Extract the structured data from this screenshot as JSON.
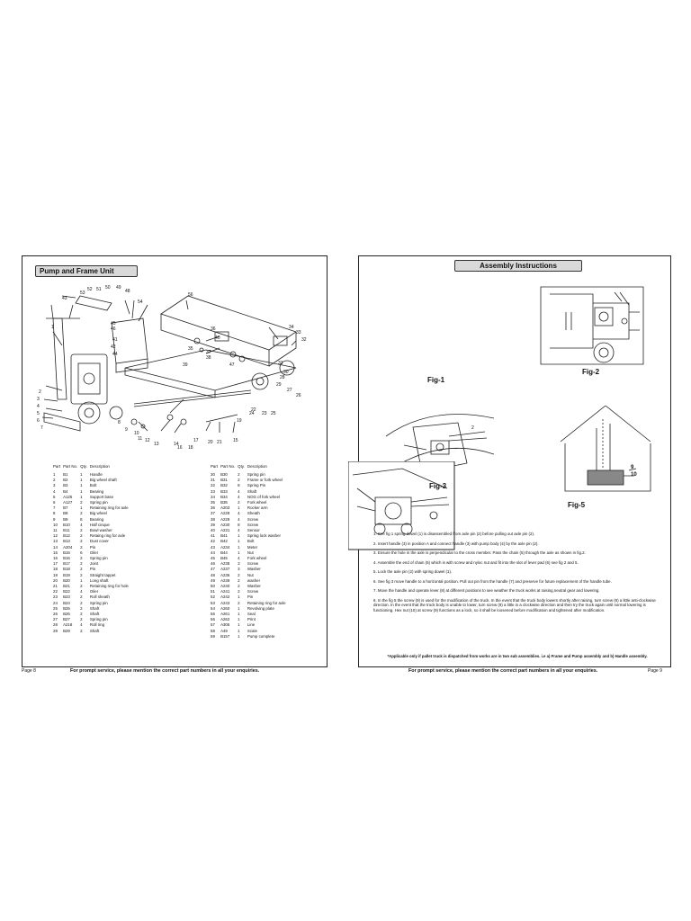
{
  "left": {
    "title": "Pump and Frame Unit",
    "table_headers": [
      "Part",
      "Part No.",
      "Qty.",
      "Description"
    ],
    "parts_col1": [
      [
        "1",
        "B1",
        "1",
        "Handle"
      ],
      [
        "2",
        "B2",
        "1",
        "Big wheel shaft"
      ],
      [
        "3",
        "B3",
        "1",
        "Bolt"
      ],
      [
        "4",
        "B4",
        "1",
        "Bearing"
      ],
      [
        "5",
        "A125",
        "1",
        "Support base"
      ],
      [
        "6",
        "A127",
        "2",
        "Spring pin"
      ],
      [
        "7",
        "B7",
        "1",
        "Retaining ring for axle"
      ],
      [
        "8",
        "B8",
        "2",
        "Big wheel"
      ],
      [
        "9",
        "B9",
        "8",
        "Bearing"
      ],
      [
        "10",
        "B10",
        "4",
        "Half cinque"
      ],
      [
        "11",
        "B11",
        "2",
        "Bowl washer"
      ],
      [
        "12",
        "B12",
        "2",
        "Retaing ring for axle"
      ],
      [
        "13",
        "B13",
        "2",
        "Dust cover"
      ],
      [
        "14",
        "A204",
        "2",
        "Pin"
      ],
      [
        "15",
        "B15",
        "6",
        "Oiler"
      ],
      [
        "16",
        "B16",
        "2",
        "Spring pin"
      ],
      [
        "17",
        "B17",
        "2",
        "Joint"
      ],
      [
        "18",
        "B18",
        "2",
        "Pin"
      ],
      [
        "19",
        "B19",
        "2",
        "Straight tappet"
      ],
      [
        "20",
        "B20",
        "1",
        "Long shaft"
      ],
      [
        "21",
        "B21",
        "2",
        "Retaining ring for hole"
      ],
      [
        "22",
        "B22",
        "4",
        "Oiler"
      ],
      [
        "23",
        "B23",
        "2",
        "Roll sheath"
      ],
      [
        "24",
        "B24",
        "2",
        "Spring pin"
      ],
      [
        "25",
        "B25",
        "2",
        "Shaft"
      ],
      [
        "26",
        "B26",
        "2",
        "Shaft"
      ],
      [
        "27",
        "B27",
        "2",
        "Spring pin"
      ],
      [
        "28",
        "A218",
        "4",
        "Roll ring"
      ],
      [
        "29",
        "B29",
        "2",
        "Shaft"
      ]
    ],
    "parts_col2": [
      [
        "30",
        "B30",
        "2",
        "Spring pin"
      ],
      [
        "31",
        "B31",
        "2",
        "Frame or fork wheel"
      ],
      [
        "32",
        "B32",
        "8",
        "Spring Pin"
      ],
      [
        "33",
        "B33",
        "4",
        "Shaft"
      ],
      [
        "34",
        "B34",
        "4",
        "NOG of fork wheel"
      ],
      [
        "35",
        "B35",
        "2",
        "Fork wheel"
      ],
      [
        "36",
        "A203",
        "1",
        "Rocker arm"
      ],
      [
        "37",
        "A228",
        "4",
        "Sheath"
      ],
      [
        "38",
        "A229",
        "4",
        "Screw"
      ],
      [
        "39",
        "A230",
        "8",
        "Screw"
      ],
      [
        "40",
        "A231",
        "4",
        "Sensor"
      ],
      [
        "41",
        "B41",
        "1",
        "Spring lock washer"
      ],
      [
        "42",
        "B42",
        "1",
        "Bolt"
      ],
      [
        "43",
        "A234",
        "1",
        "Meter"
      ],
      [
        "44",
        "B44",
        "1",
        "Nut"
      ],
      [
        "45",
        "B45",
        "4",
        "Fork wheel"
      ],
      [
        "46",
        "A238",
        "3",
        "Screw"
      ],
      [
        "47",
        "A237",
        "3",
        "Washer"
      ],
      [
        "48",
        "A236",
        "2",
        "Nut"
      ],
      [
        "49",
        "A239",
        "2",
        "washer"
      ],
      [
        "50",
        "A240",
        "2",
        "Washer"
      ],
      [
        "51",
        "A241",
        "2",
        "Screw"
      ],
      [
        "52",
        "A242",
        "1",
        "Pin"
      ],
      [
        "53",
        "A243",
        "2",
        "Retaining ring for axle"
      ],
      [
        "54",
        "A260",
        "1",
        "Revolving plate"
      ],
      [
        "55",
        "A261",
        "1",
        "Seal"
      ],
      [
        "56",
        "A262",
        "1",
        "Print"
      ],
      [
        "57",
        "A305",
        "1",
        "Line"
      ],
      [
        "58",
        "A49",
        "1",
        "Scale"
      ],
      [
        "59",
        "B157",
        "1",
        "Pump complete"
      ]
    ],
    "diagram_numbers": [
      "1",
      "2",
      "3",
      "4",
      "5",
      "6",
      "7",
      "8",
      "9",
      "10",
      "11",
      "12",
      "13",
      "14",
      "15",
      "16",
      "17",
      "18",
      "19",
      "20",
      "21",
      "22",
      "23",
      "24",
      "25",
      "26",
      "27",
      "28",
      "29",
      "30",
      "31",
      "32",
      "33",
      "34",
      "35",
      "36",
      "37",
      "38",
      "39",
      "40",
      "41",
      "42",
      "43",
      "44",
      "45",
      "46",
      "47",
      "48",
      "49",
      "50",
      "51",
      "52",
      "53",
      "54",
      "56"
    ],
    "footer": "For prompt service, please mention the correct part numbers in all your enquiries.",
    "page": "Page 8"
  },
  "right": {
    "title": "Assembly Instructions",
    "figures": {
      "fig1": "Fig-1",
      "fig2": "Fig-2",
      "fig3": "Fig-3",
      "fig5": "Fig-5"
    },
    "fig5_callouts": [
      "9",
      "10"
    ],
    "instructions": [
      "1. See fig 1 spring dowel (1) is disassembled from axle pin (2) before pulling out axle pin (2).",
      "2. Insert handle (3) in position A and connect handle (3) with pump body (4) by the axle pin (2).",
      "3. Ensure the hole in the axle is perpendicular to the cross member. Pass the chain (5) through the axle as shown in fig.2.",
      "4. Assemble the end of chain (5) which is with screw and nyloc nut and fit into the slot of lever pad (6) see fig 2 and 5.",
      "5. Lock the axle pin (2) with spring dowel (1).",
      "6. See fig 3 move handle to a horizontal position. Pull out pin from the handle (7) and preserve for future replacement of the handle tube.",
      "7. Move the handle and operate lever (8) at different positions to see weather the truck works at raising,neutral gear and lowering.",
      "8. In the fig 5 the screw (9) is used for the modification of the truck. In the event that the truck body lowers shortly after raising, turn screw (9) a little anti-clockwise direction. In the event that the truck body is unable to lower, turn screw (9) a little in a clockwise direction and then try the truck again until normal lowering is functioning. Hex nut (10) at screw (9) functions as a lock, so it shall be loosened before modification and tightened after modification."
    ],
    "notice": "*Applicable only if pallet truck is dispatched from works are in two sub assemblies. i.e a) Frame and Pump assembly and b) Handle assembly.",
    "footer": "For prompt service, please mention the correct part numbers in all your enquiries.",
    "page": "Page 9"
  }
}
